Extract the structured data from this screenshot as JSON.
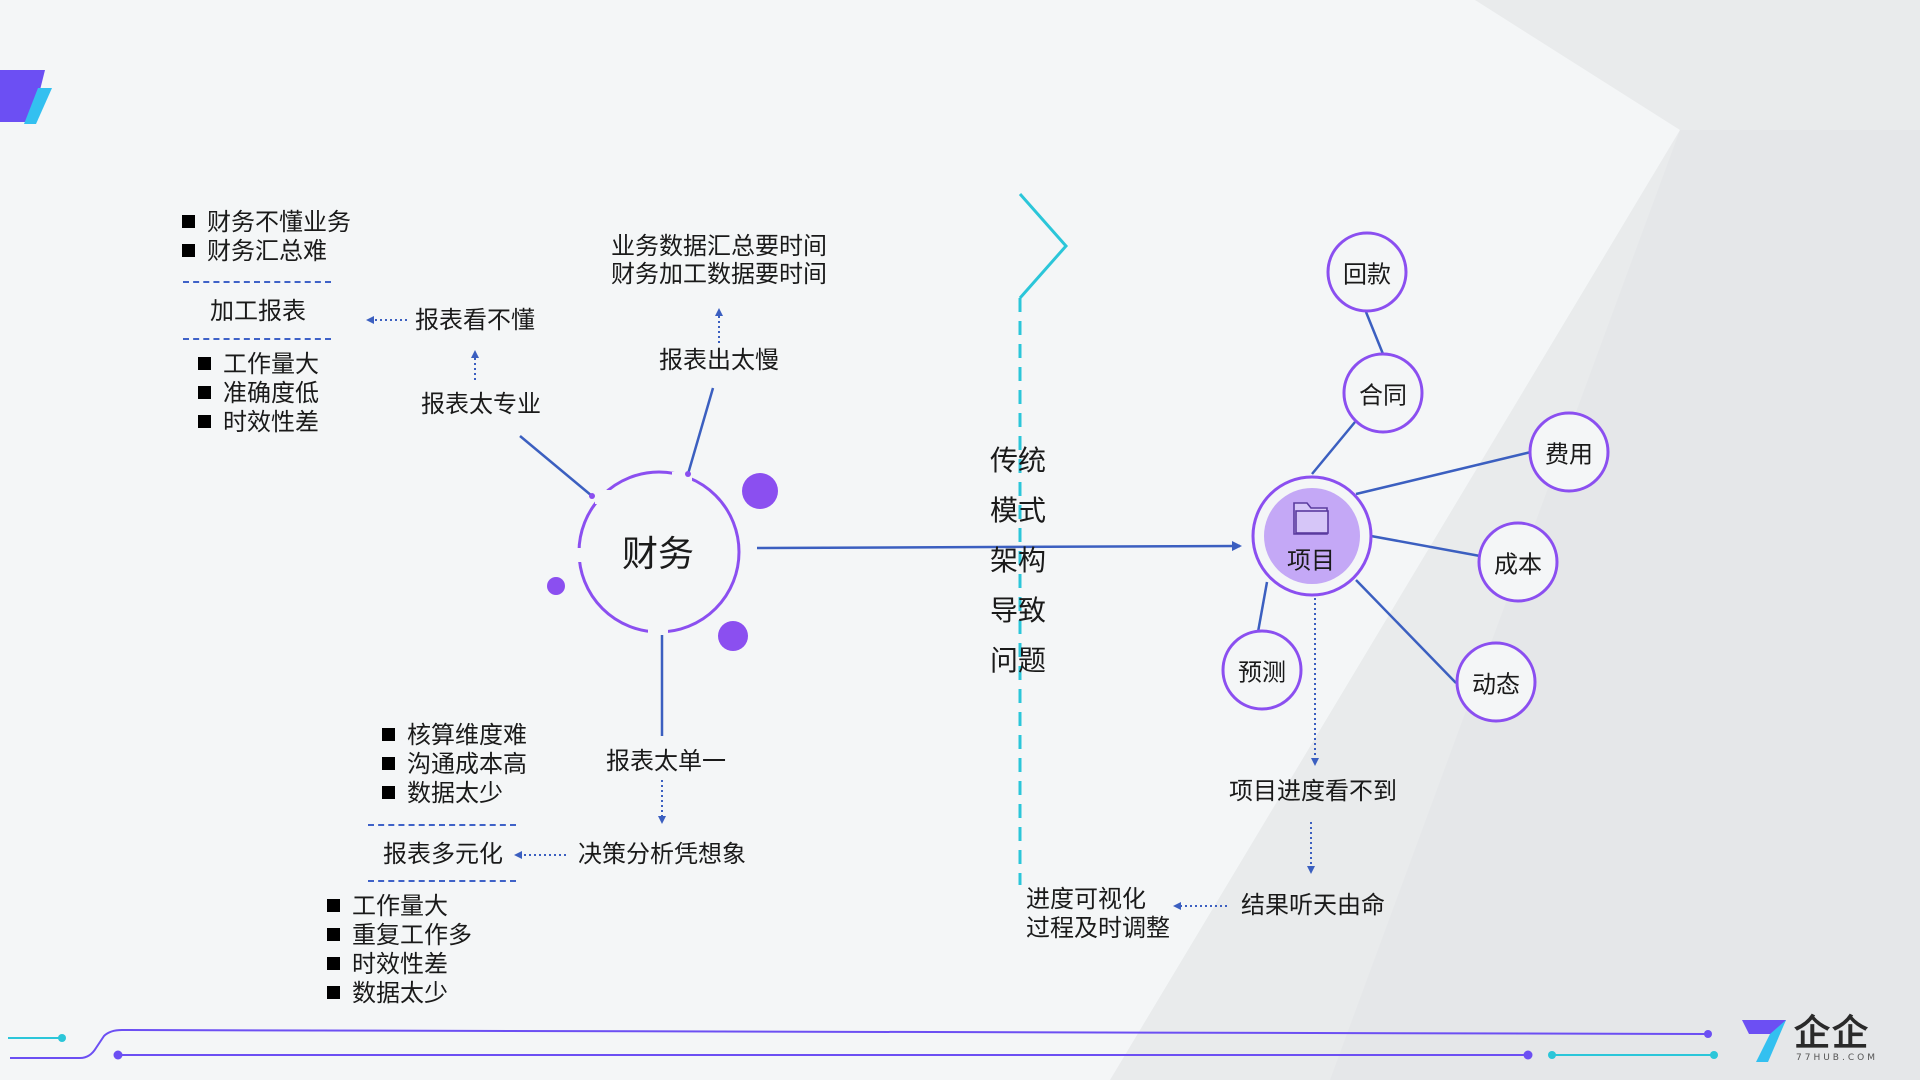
{
  "left": {
    "top_bullets": [
      "财务不懂业务",
      "财务汇总难"
    ],
    "top_heading": "加工报表",
    "top_sub_bullets": [
      "工作量大",
      "准确度低",
      "时效性差"
    ],
    "report_unreadable": "报表看不懂",
    "report_too_professional": "报表太专业",
    "data_needs_time": [
      "业务数据汇总要时间",
      "财务加工数据要时间"
    ],
    "report_too_slow": "报表出太慢",
    "center": "财务",
    "report_too_single": "报表太单一",
    "bottom_bullets": [
      "核算维度难",
      "沟通成本高",
      "数据太少"
    ],
    "bottom_heading": "报表多元化",
    "decision_guess": "决策分析凭想象",
    "bottom_sub_bullets": [
      "工作量大",
      "重复工作多",
      "时效性差",
      "数据太少"
    ]
  },
  "middle": {
    "vertical_text": [
      "传统",
      "模式",
      "架构",
      "导致",
      "问题"
    ]
  },
  "right": {
    "center": "项目",
    "nodes": {
      "huikuan": "回款",
      "hetong": "合同",
      "feiyong": "费用",
      "chengben": "成本",
      "dongtai": "动态",
      "yuce": "预测"
    },
    "progress_invisible": "项目进度看不到",
    "result_fate": "结果听天由命",
    "visualize": [
      "进度可视化",
      "过程及时调整"
    ]
  },
  "logo": {
    "brand": "企企",
    "sub": "77HUB.COM"
  },
  "colors": {
    "purple": "#8b4ff0",
    "blue_line": "#3b5fc0",
    "cyan": "#2bc6d9",
    "accent_fill": "#c4a8f6"
  }
}
